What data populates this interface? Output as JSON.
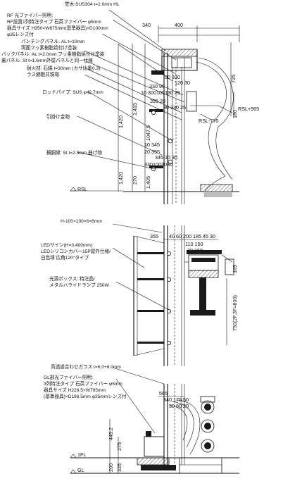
{
  "annotations": {
    "kasagi": "笠木:SUS304 t=2.0mm HL",
    "rf_fiber_1": "RF 光ファイバー照明:",
    "rf_fiber_2": "RF設置1列特注タイプ 石英ファイバー φ5mm",
    "rf_fiber_3": "器具サイズ H350×W675mm(基準器具)×D100mm",
    "rf_fiber_4": "φ35レンズ付",
    "punching_1": "パンチングパネル: AL t=10mm",
    "punching_2": "両面フッ素樹脂焼付け塗装",
    "back_panel_1": "バックパネル: AL t=2.0mm フッ素樹脂焼付け塗装",
    "back_panel_2": "裏パネル: St t=1.6mm外壁パネルと同一仕様",
    "fireproof_1": "耐火材: 石綿 t=30mm (カサ比重0.3)",
    "fireproof_2": "ラス網敷共現場",
    "rod_pipe": "ロッドパイプ: SUS φ42.7mm",
    "hanger": "引掛け金物",
    "yokobari": "横胴縁: St t=2.3mm 曲げ物",
    "h_steel": "H-100×100×6×8mm",
    "led_1": "LEDサイン(H=3,400mm):",
    "led_2": "LEDシリコンカバー15P屋外仕様/",
    "led_3": "白色球 広角120°タイプ",
    "light_box_1": "光源ボックス: 特注品/",
    "light_box_2": "メタルハライドランプ 250W",
    "glass": "高透過合わせガラス t=6.0+6.0mm",
    "gl_fiber_1": "GL部光ファイバー照明:",
    "gl_fiber_2": "3列特注タイプ 石英ファイバー φ5mm",
    "gl_fiber_3": "器具サイズ H226.5×W705mm",
    "gl_fiber_4": "(基準器具)×D196.5mm φ35mmレンズ付"
  },
  "levels": {
    "rsl": "RSL",
    "rsl_965": "RSL+965",
    "rsl_770": "RSL-770",
    "fl_1": "1FL",
    "gl": "GL"
  },
  "dimensions": {
    "top_340": "340",
    "top_400": "400",
    "d_725": "725",
    "d_180": "180",
    "d_1420_top": "1,420",
    "d_1415": "1,415",
    "d_10475": "1047.5",
    "d_1420_bot": "1,420",
    "d_270": "270",
    "d_1405": "1,405",
    "r1": "330 90",
    "r2": "30 330",
    "r3": "120 30",
    "r4": "10 300100130 25",
    "r5": "355 20",
    "r6": "30 330 25",
    "r7": "10 345",
    "r8": "20 355",
    "r9": "345 10 30",
    "r10": "3301003030",
    "mid_355": "355",
    "mid_row": "40 60 200 185 45 30",
    "mid_row2": "110 150",
    "mid_row3": "20 150",
    "mid_165": "165",
    "mid_750": "750(2F,3F=800)",
    "bot_565": "565",
    "bot_row1": "340 175 50",
    "bot_row2": "30 80 20",
    "bot_4492": "449.2",
    "bot_275": "275",
    "bot_200": "200",
    "bot_335": "335"
  }
}
